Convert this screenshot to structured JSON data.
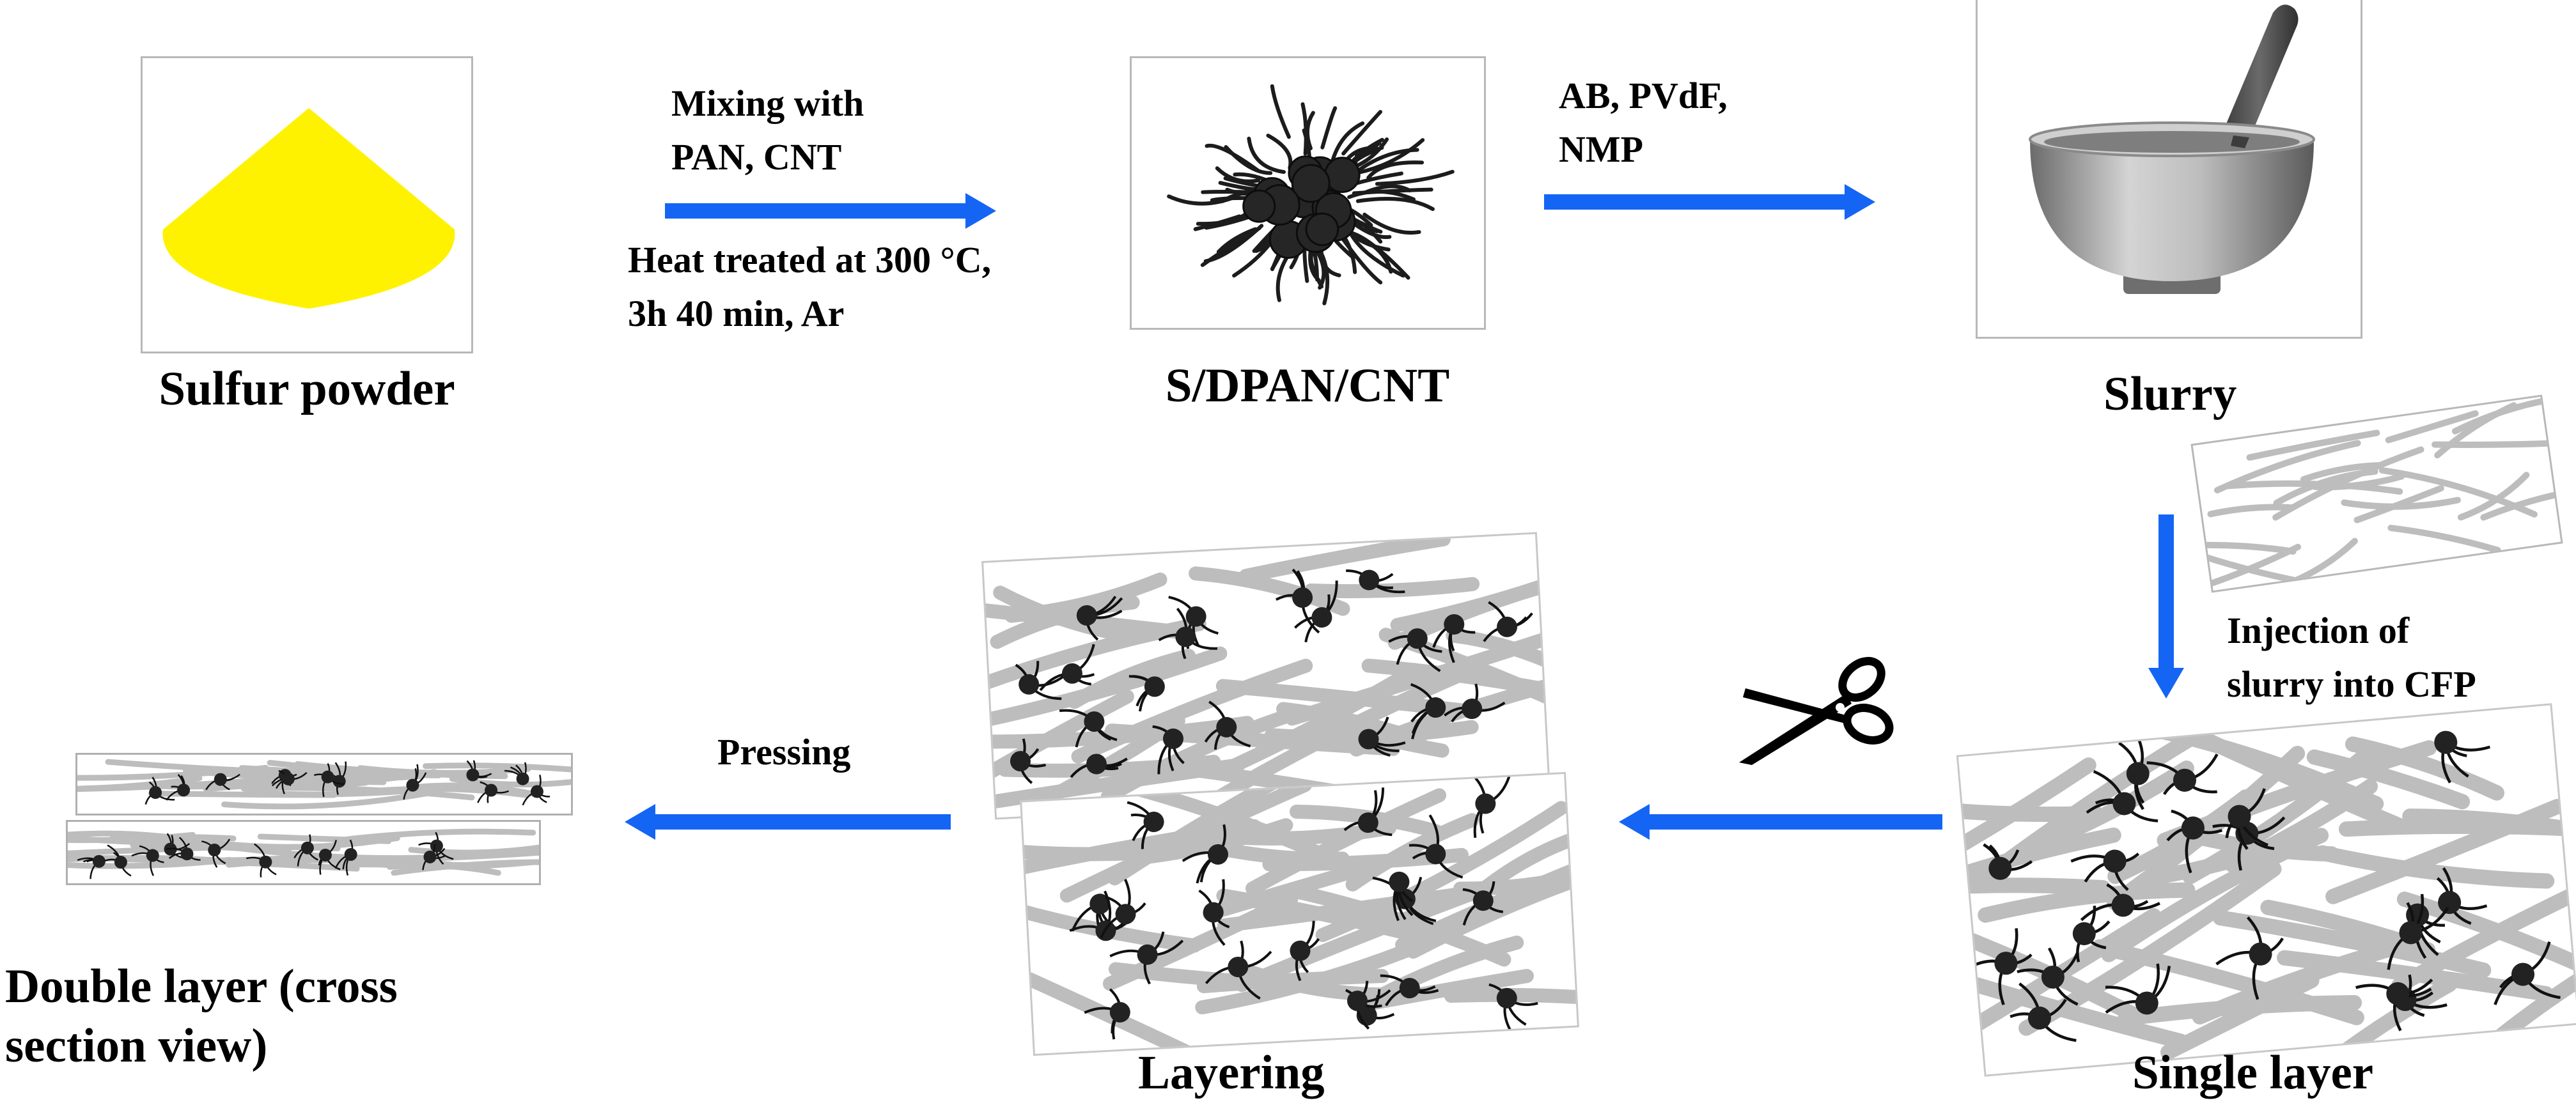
{
  "labels": {
    "sulfur": "Sulfur powder",
    "composite": "S/DPAN/CNT",
    "slurry": "Slurry",
    "single": "Single layer",
    "layering": "Layering",
    "double_1": "Double layer (cross",
    "double_2": "section view)"
  },
  "steps": {
    "mix_1": "Mixing  with",
    "mix_2": "PAN, CNT",
    "heat_1": "Heat treated at 300 °C,",
    "heat_2": "3h 40 min,  Ar",
    "binder_1": "AB, PVdF,",
    "binder_2": "NMP",
    "inject_1": "Injection  of",
    "inject_2": "slurry  into CFP",
    "pressing": "Pressing"
  },
  "icons": {
    "sulfur": "sulfur-cone-icon",
    "composite": "particle-cluster-icon",
    "slurry": "mortar-pestle-icon",
    "cfp": "carbon-fiber-paper-icon",
    "cut": "scissors-icon"
  },
  "colors": {
    "arrow": "#1565f5",
    "sulfur": "#fff200",
    "fiber": "#bdbdbd",
    "particle": "#222222"
  }
}
